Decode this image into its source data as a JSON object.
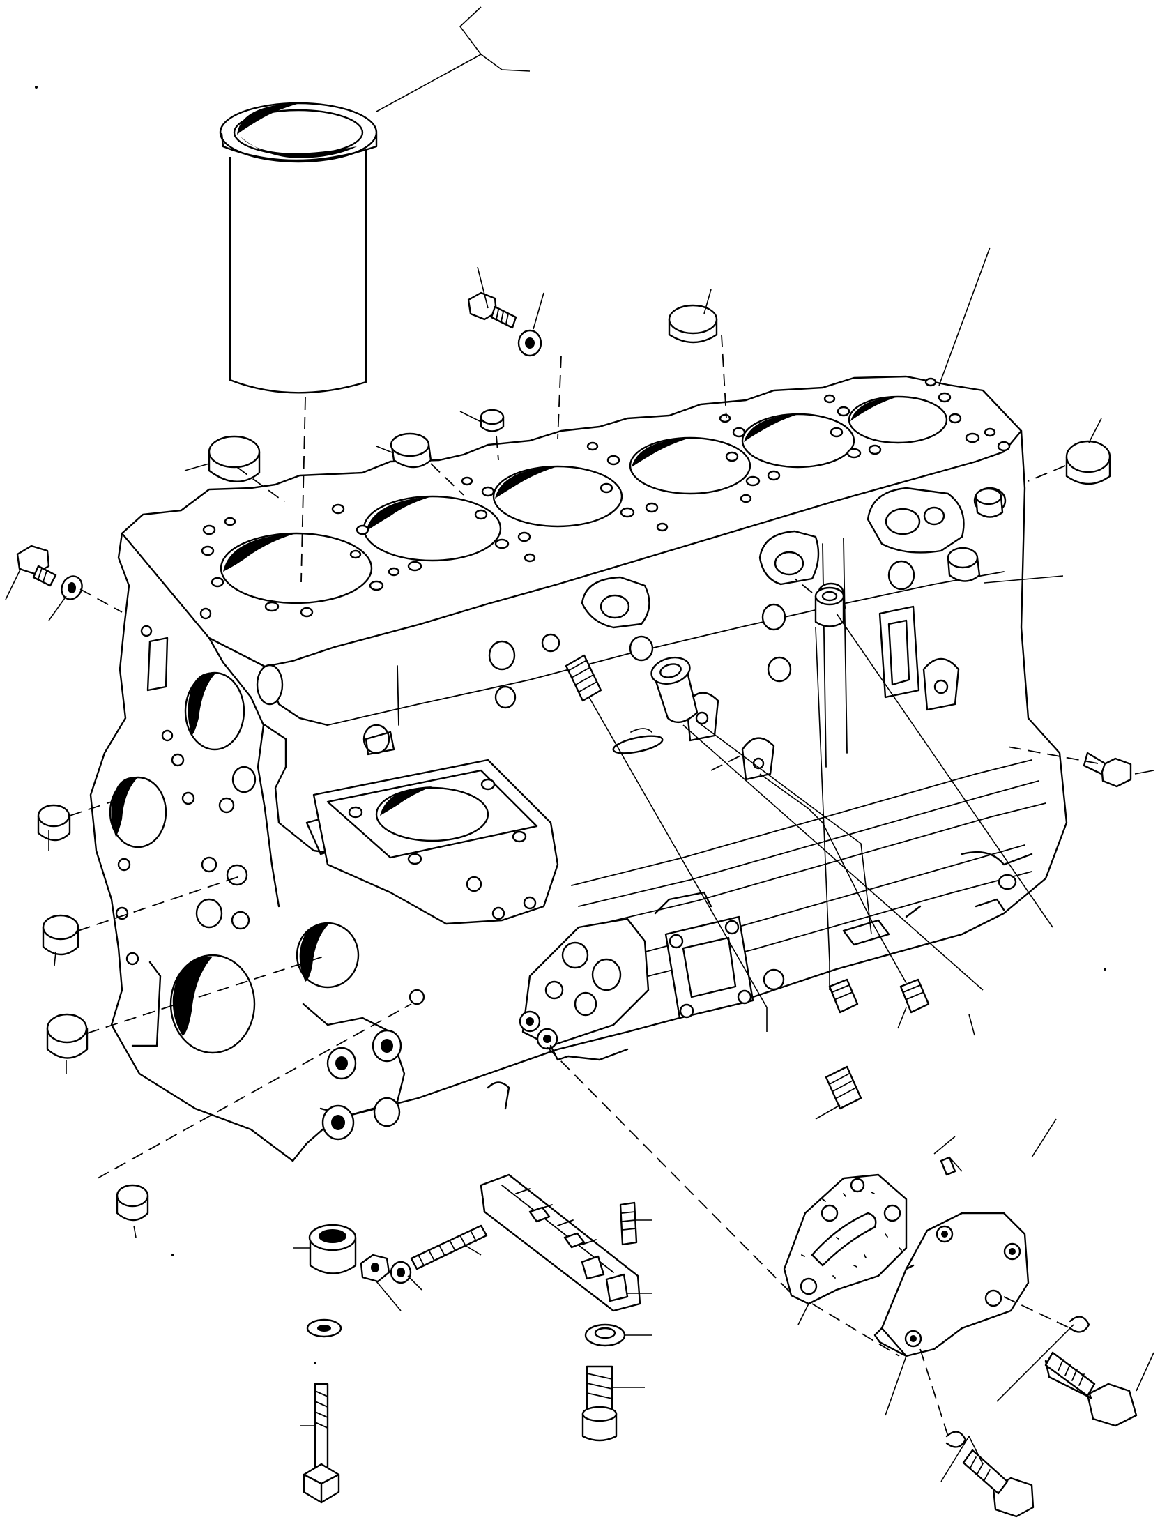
{
  "diagram": {
    "kind": "exploded-view",
    "parts": [
      {
        "id": "cylinder-block",
        "icon": "engine-block-icon"
      },
      {
        "id": "cylinder-liner",
        "icon": "cylinder-sleeve-icon"
      },
      {
        "id": "expansion-plug",
        "icon": "plug-icon"
      },
      {
        "id": "bolt",
        "icon": "bolt-icon"
      },
      {
        "id": "washer",
        "icon": "washer-icon"
      },
      {
        "id": "dowel-pin",
        "icon": "pin-icon"
      },
      {
        "id": "threaded-plug",
        "icon": "threaded-plug-icon"
      },
      {
        "id": "stud",
        "icon": "stud-icon"
      },
      {
        "id": "nut",
        "icon": "nut-icon"
      },
      {
        "id": "bushing",
        "icon": "bushing-icon"
      },
      {
        "id": "oil-jet-bracket",
        "icon": "bracket-icon"
      },
      {
        "id": "gasket",
        "icon": "gasket-icon"
      },
      {
        "id": "cover-plate",
        "icon": "cover-icon"
      },
      {
        "id": "lock-washer",
        "icon": "lock-washer-icon"
      }
    ]
  }
}
